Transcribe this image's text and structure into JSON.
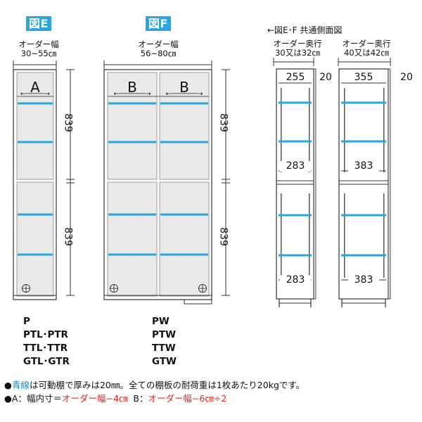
{
  "figures": {
    "e": {
      "badge": "図E",
      "width_label": "オーダー幅",
      "width_range": "30~55㎝",
      "panel_label": "A",
      "height_upper": "839",
      "height_lower": "839",
      "models": [
        "P",
        "PTL･PTR",
        "TTL･TTR",
        "GTL･GTR"
      ]
    },
    "f": {
      "badge": "図F",
      "width_label": "オーダー幅",
      "width_range": "56~80㎝",
      "panel_left_label": "B",
      "panel_right_label": "B",
      "height_upper": "839",
      "height_lower": "839",
      "models": [
        "PW",
        "PTW",
        "TTW",
        "GTW"
      ]
    }
  },
  "side": {
    "title": "←図E･F 共通側面図",
    "left": {
      "depth_label": "オーダー奥行",
      "depth_range": "30又は32㎝",
      "dim_top": "255",
      "dim_back": "20",
      "dim_mid": "283",
      "dim_bottom": "283"
    },
    "right": {
      "depth_label": "オーダー奥行",
      "depth_range": "40又は42㎝",
      "dim_top": "355",
      "dim_back": "20",
      "dim_mid": "383",
      "dim_bottom": "383"
    }
  },
  "notes": {
    "line1_bullet": "●",
    "line1_blue": "青線",
    "line1_rest": "は可動棚で厚みは20㎜。全ての棚板の耐荷重は1枚あたり20kgです。",
    "line2_bullet": "●",
    "line2_a": "A：幅内寸＝",
    "line2_a_formula": "オーダー幅−4㎝",
    "line2_b": "B：",
    "line2_b_formula": "オーダー幅−6㎝÷2"
  },
  "colors": {
    "shelf_blue": "#27a6df",
    "glass_fill": "#e9e9e9",
    "note_red": "#e0251b"
  }
}
